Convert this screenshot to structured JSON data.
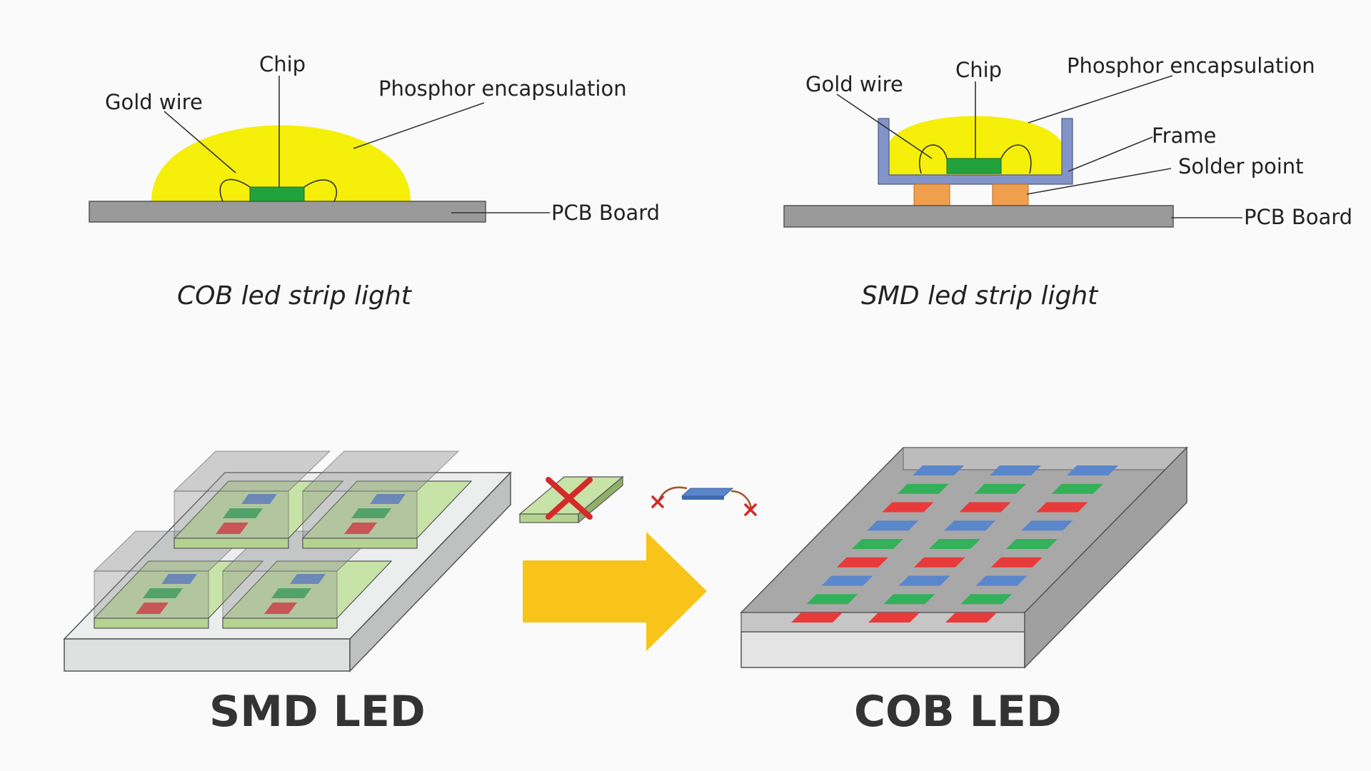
{
  "cob_strip": {
    "labels": {
      "chip": "Chip",
      "gold_wire": "Gold wire",
      "phosphor": "Phosphor encapsulation",
      "pcb": "PCB Board"
    },
    "caption": "COB led strip light"
  },
  "smd_strip": {
    "labels": {
      "gold_wire": "Gold wire",
      "chip": "Chip",
      "phosphor": "Phosphor encapsulation",
      "frame": "Frame",
      "solder": "Solder point",
      "pcb": "PCB Board"
    },
    "caption": "SMD led strip light"
  },
  "comparison": {
    "left_title": "SMD LED",
    "right_title": "COB LED"
  },
  "colors": {
    "phosphor": "#f5ef0a",
    "chip": "#22a23c",
    "pcb": "#9a9a9a",
    "frame": "#8294c8",
    "solder": "#f0a04c",
    "led_red": "#e83a3a",
    "led_green": "#33b05a",
    "led_blue": "#5a86cc",
    "arrow": "#f8c41a",
    "cross": "#d42a2a"
  },
  "cob_led_grid": {
    "rows": 9,
    "columns": 3,
    "row_color_cycle": [
      "led_blue",
      "led_green",
      "led_red"
    ]
  }
}
